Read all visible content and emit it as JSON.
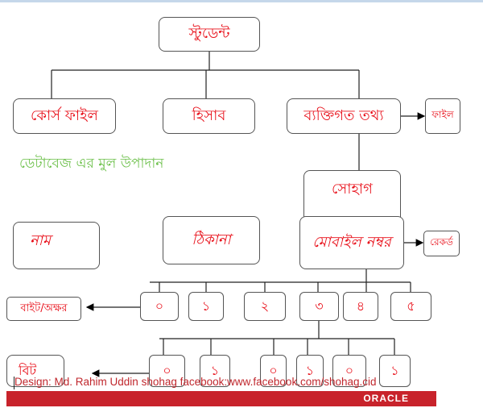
{
  "root": "স্টুডেন্ট",
  "level1": [
    "কোর্স ফাইল",
    "হিসাব",
    "ব্যক্তিগত তথ্য"
  ],
  "file_label": "ফাইল",
  "title": "ডেটাবেজ এর মুল উপাদান",
  "sohag": "সোহাগ",
  "fields": [
    "নাম",
    "ঠিকানা",
    "মোবাইল নম্বর"
  ],
  "record_label": "রেকর্ড",
  "byte_label": "বাইট/অক্ষর",
  "digits": [
    "০",
    "১",
    "২",
    "৩",
    "৪",
    "৫"
  ],
  "bit_label": "বিট",
  "bits": [
    "০",
    "১",
    "০",
    "১",
    "০",
    "১"
  ],
  "footer": "Design: Md. Rahim Uddin shohag   facebook:www.facebook.com/shohag.cid",
  "brand": "ORACLE"
}
